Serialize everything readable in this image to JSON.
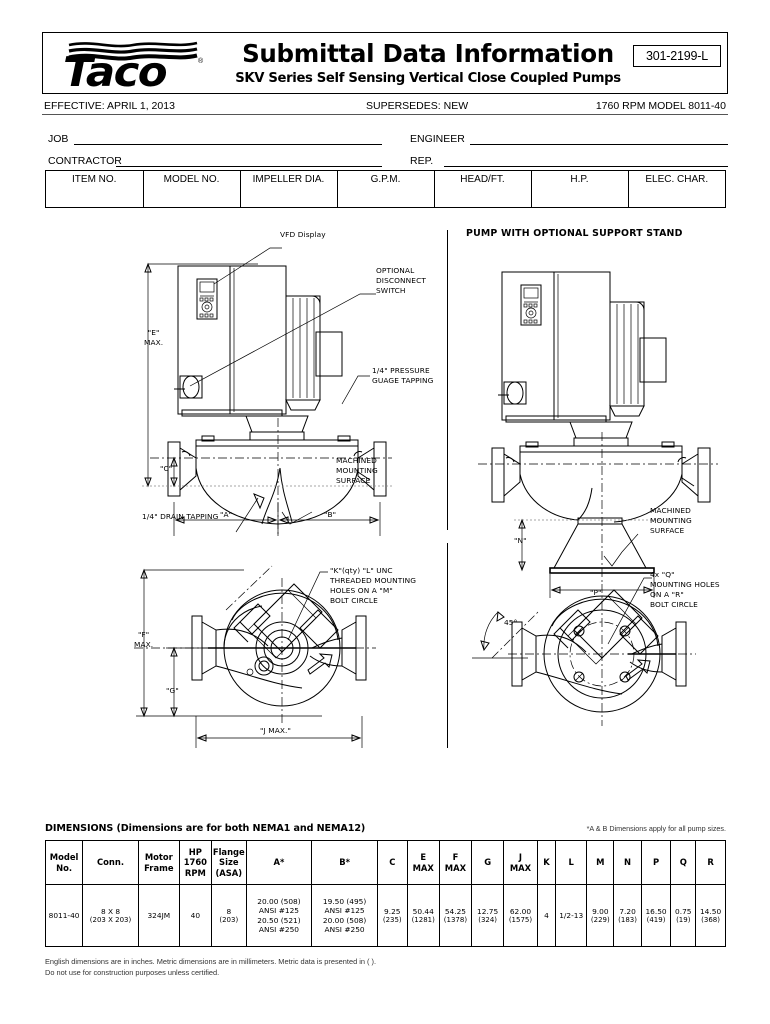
{
  "header": {
    "logo_text": "Taco",
    "logo_reg": "®",
    "title": "Submittal Data Information",
    "subtitle": "SKV Series Self Sensing Vertical Close Coupled Pumps",
    "part_number": "301-2199-L"
  },
  "effective_row": {
    "effective": "EFFECTIVE: APRIL 1, 2013",
    "supersedes": "SUPERSEDES: NEW",
    "model": "1760 RPM MODEL 8011-40"
  },
  "fields": [
    {
      "label": "JOB",
      "value": ""
    },
    {
      "label": "ENGINEER",
      "value": ""
    },
    {
      "label": "CONTRACTOR",
      "value": ""
    },
    {
      "label": "REP.",
      "value": ""
    }
  ],
  "item_table": {
    "headers": [
      "ITEM NO.",
      "MODEL NO.",
      "IMPELLER DIA.",
      "G.P.M.",
      "HEAD/FT.",
      "H.P.",
      "ELEC. CHAR."
    ],
    "values": [
      "",
      "",
      "",
      "",
      "",
      "",
      ""
    ]
  },
  "drawings": {
    "right_view_title": "PUMP WITH OPTIONAL SUPPORT STAND",
    "callouts": {
      "vfd_display": "VFD Display",
      "optional_disconnect": "OPTIONAL\nDISCONNECT\nSWITCH",
      "pressure_gauge": "1/4\" PRESSURE\nGUAGE TAPPING",
      "machined_mounting": "MACHINED\nMOUNTING\nSURFACE",
      "drain_tapping": "1/4\" DRAIN TAPPING",
      "machined_mounting_right": "MACHINED\nMOUNTING\nSURFACE",
      "threaded_holes": "\"K\"(qty) \"L\" UNC\nTHREADED MOUNTING\nHOLES ON A \"M\"\nBOLT CIRCLE",
      "mounting_holes_right": "4x \"Q\"\nMOUNTING HOLES\nON A \"R\"\nBOLT CIRCLE",
      "angle_45": "45°"
    },
    "dimension_labels": {
      "e_max": "\"E\"\nMAX.",
      "c": "\"C\"",
      "a": "\"A\"",
      "b": "\"B\"",
      "n": "\"N\"",
      "p": "\"P\"",
      "f_max": "\"F\"\nMAX.",
      "g": "\"G\"",
      "j_max": "\"J MAX.\""
    }
  },
  "dimensions_section": {
    "title": "DIMENSIONS (Dimensions are for both NEMA1 and NEMA12)",
    "note": "*A & B Dimensions apply for all pump sizes.",
    "headers": [
      "Model\nNo.",
      "Conn.",
      "Motor\nFrame",
      "HP\n1760\nRPM",
      "Flange\nSize\n(ASA)",
      "A*",
      "B*",
      "C",
      "E\nMAX",
      "F\nMAX",
      "G",
      "J\nMAX",
      "K",
      "L",
      "M",
      "N",
      "P",
      "Q",
      "R"
    ],
    "rows": [
      {
        "model_no": "8011-40",
        "conn": "8 X 8",
        "conn_metric": "(203 X 203)",
        "motor_frame": "324JM",
        "hp_1760_rpm": "40",
        "flange_size": "8",
        "flange_size_metric": "(203)",
        "a": "20.00 (508)\nANSI #125\n20.50 (521)\nANSI #250",
        "b": "19.50 (495)\nANSI #125\n20.00 (508)\nANSI #250",
        "c": "9.25",
        "c_metric": "(235)",
        "e_max": "50.44",
        "e_max_metric": "(1281)",
        "f_max": "54.25",
        "f_max_metric": "(1378)",
        "g": "12.75",
        "g_metric": "(324)",
        "j_max": "62.00",
        "j_max_metric": "(1575)",
        "k": "4",
        "l": "1/2-13",
        "m": "9.00",
        "m_metric": "(229)",
        "n": "7.20",
        "n_metric": "(183)",
        "p": "16.50",
        "p_metric": "(419)",
        "q": "0.75",
        "q_metric": "(19)",
        "r": "14.50",
        "r_metric": "(368)"
      }
    ]
  },
  "footer": {
    "line1": "English dimensions are in inches.  Metric dimensions are in millimeters. Metric data is presented in ( ).",
    "line2": "Do not use for construction purposes unless certified."
  }
}
